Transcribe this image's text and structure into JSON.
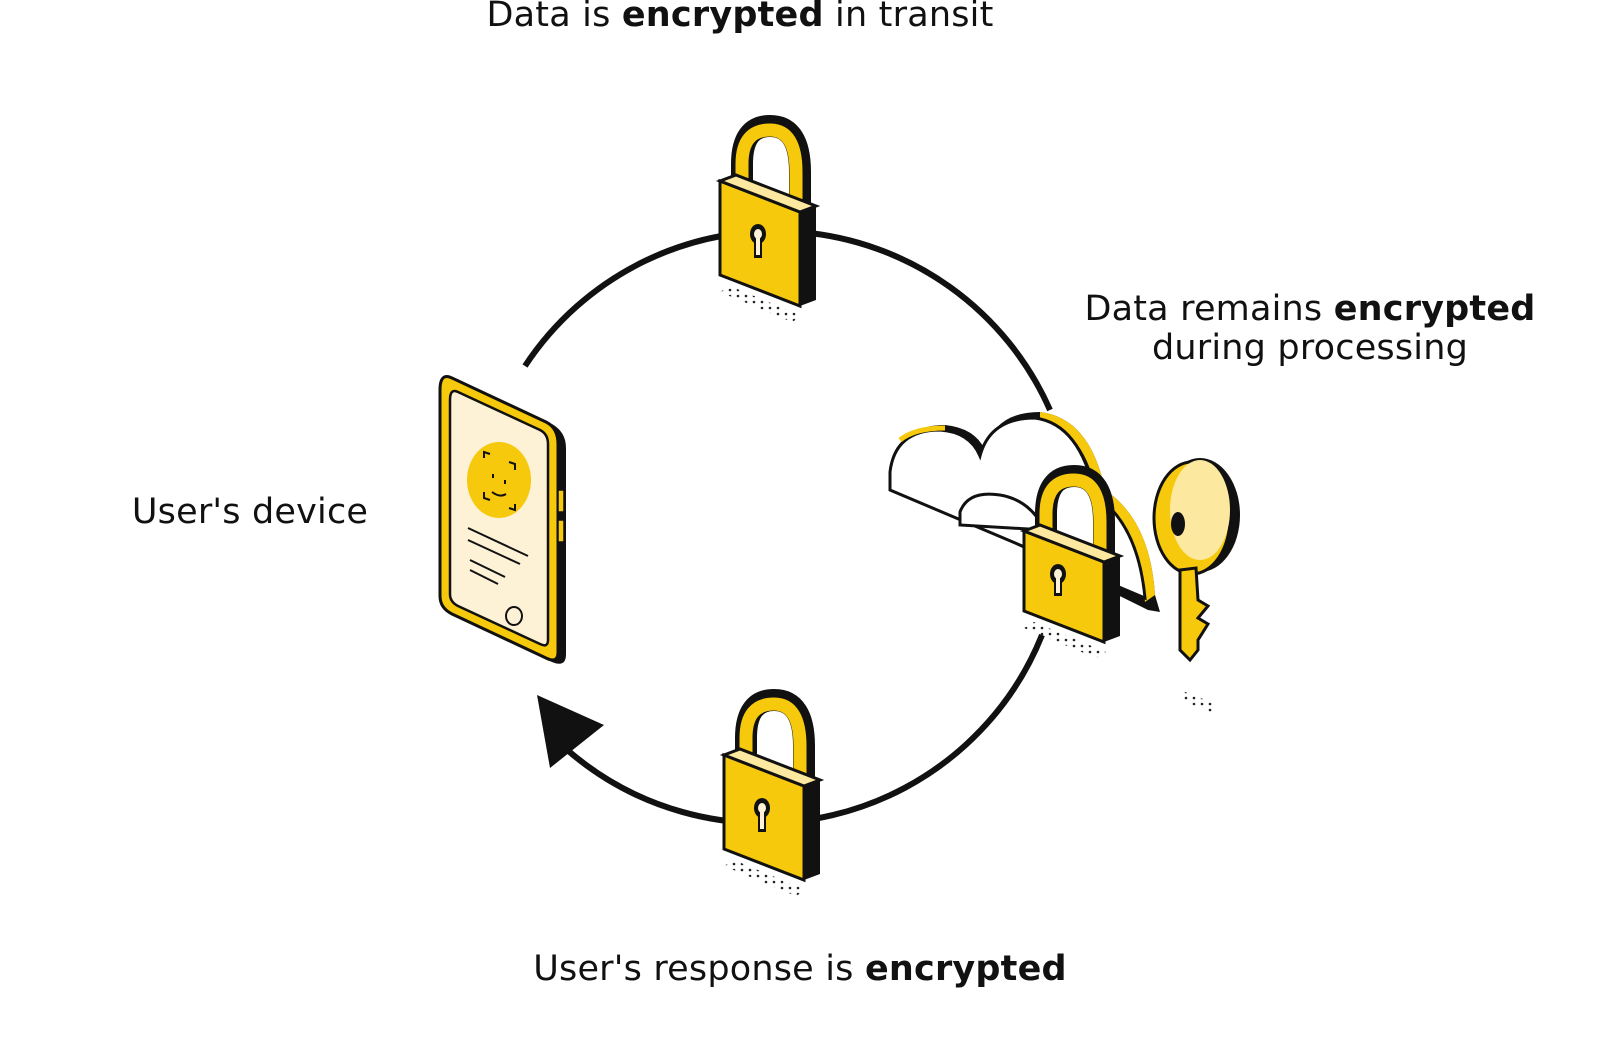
{
  "labels": {
    "transit": {
      "before": "Data is ",
      "strong": "encrypted",
      "after": " in transit"
    },
    "processing": {
      "before": "Data remains ",
      "strong": "encrypted",
      "after": " during processing"
    },
    "response": {
      "before": "User's response is ",
      "strong": "encrypted",
      "after": ""
    },
    "device": "User's device"
  },
  "colors": {
    "accent": "#f7c90c",
    "accent_light": "#fde8a0",
    "cream": "#fdf1d6",
    "ink": "#111111",
    "background": "#ffffff"
  },
  "icons": [
    "smartphone-icon",
    "padlock-icon",
    "cloud-icon",
    "key-icon",
    "face-id-icon",
    "cycle-arrow-icon"
  ]
}
